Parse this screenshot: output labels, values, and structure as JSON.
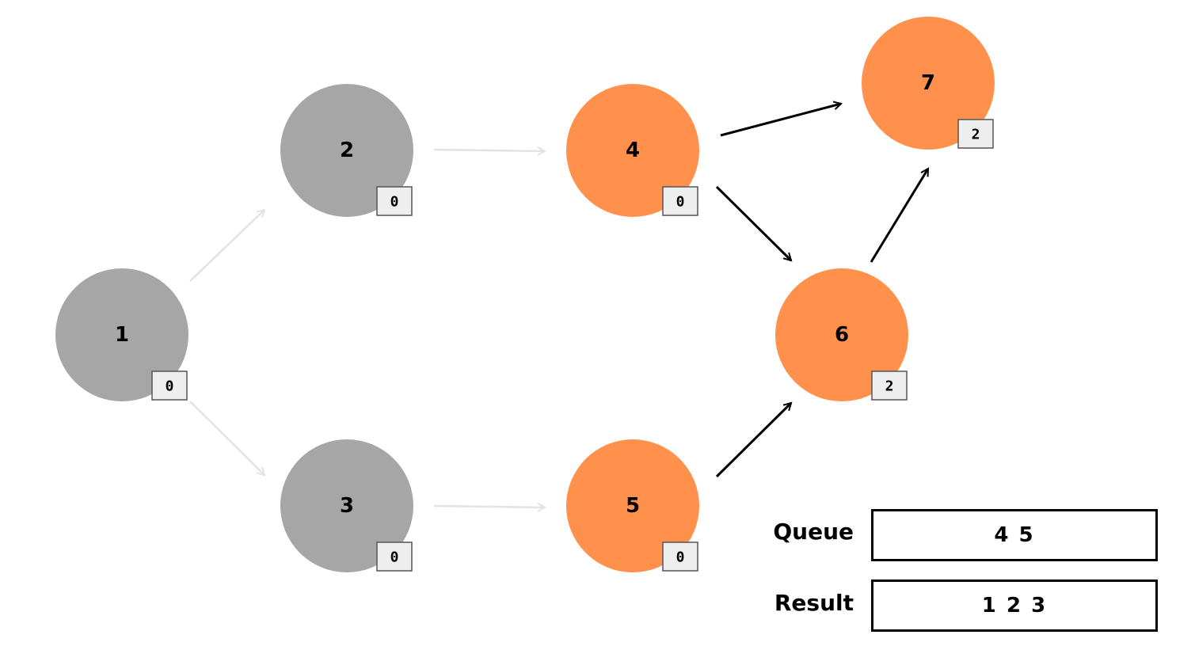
{
  "colors": {
    "visited": "#a6a6a6",
    "active": "#ff914d",
    "edge_inactive": "#e3e3e3",
    "edge_active": "#000000",
    "badge_fill": "#eeeeee",
    "badge_stroke": "#555555"
  },
  "nodes": [
    {
      "id": "1",
      "label": "1",
      "indegree": "0",
      "state": "visited"
    },
    {
      "id": "2",
      "label": "2",
      "indegree": "0",
      "state": "visited"
    },
    {
      "id": "3",
      "label": "3",
      "indegree": "0",
      "state": "visited"
    },
    {
      "id": "4",
      "label": "4",
      "indegree": "0",
      "state": "active"
    },
    {
      "id": "5",
      "label": "5",
      "indegree": "0",
      "state": "active"
    },
    {
      "id": "6",
      "label": "6",
      "indegree": "2",
      "state": "active"
    },
    {
      "id": "7",
      "label": "7",
      "indegree": "2",
      "state": "active"
    }
  ],
  "edges": [
    {
      "from": "1",
      "to": "2",
      "state": "inactive"
    },
    {
      "from": "1",
      "to": "3",
      "state": "inactive"
    },
    {
      "from": "2",
      "to": "4",
      "state": "inactive"
    },
    {
      "from": "3",
      "to": "5",
      "state": "inactive"
    },
    {
      "from": "4",
      "to": "7",
      "state": "active"
    },
    {
      "from": "4",
      "to": "6",
      "state": "active"
    },
    {
      "from": "5",
      "to": "6",
      "state": "active"
    },
    {
      "from": "6",
      "to": "7",
      "state": "active"
    }
  ],
  "queue": {
    "label": "Queue",
    "value": "4 5"
  },
  "result": {
    "label": "Result",
    "value": "1 2 3"
  }
}
